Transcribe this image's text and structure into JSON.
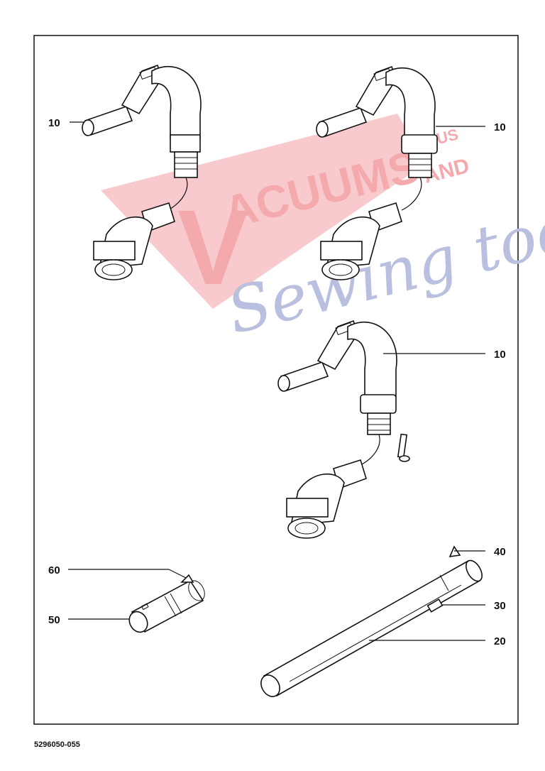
{
  "document_number": "5296050-055",
  "callouts": {
    "hose_a": "10",
    "hose_b": "10",
    "hose_c": "10",
    "part_20": "20",
    "part_30": "30",
    "part_40": "40",
    "part_50": "50",
    "part_60": "60"
  },
  "watermark": {
    "v": "V",
    "word": "ACUUMS",
    "plus": "PLUS",
    "and": "AND",
    "script": "Sewing too",
    "colors": {
      "red": "#f4a9ad",
      "blue": "#b9bfdf"
    }
  }
}
